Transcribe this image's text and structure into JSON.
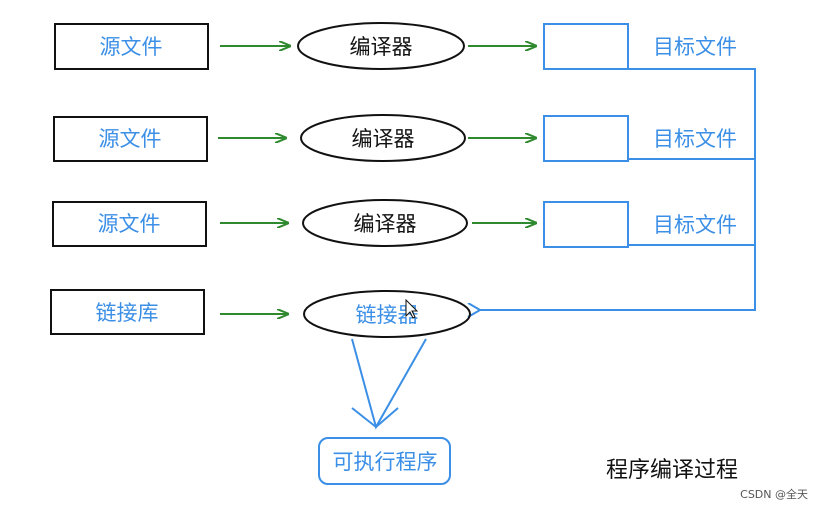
{
  "diagram": {
    "rows": [
      {
        "source": "源文件",
        "process": "编译器",
        "target": "目标文件"
      },
      {
        "source": "源文件",
        "process": "编译器",
        "target": "目标文件"
      },
      {
        "source": "源文件",
        "process": "编译器",
        "target": "目标文件"
      }
    ],
    "library": "链接库",
    "linker": "链接器",
    "output": "可执行程序",
    "caption": "程序编译过程",
    "colors": {
      "blue": "#3b8fe6",
      "green": "#2f8a2f",
      "dark": "#111111"
    }
  },
  "footer": {
    "credit": "CSDN @全天"
  }
}
